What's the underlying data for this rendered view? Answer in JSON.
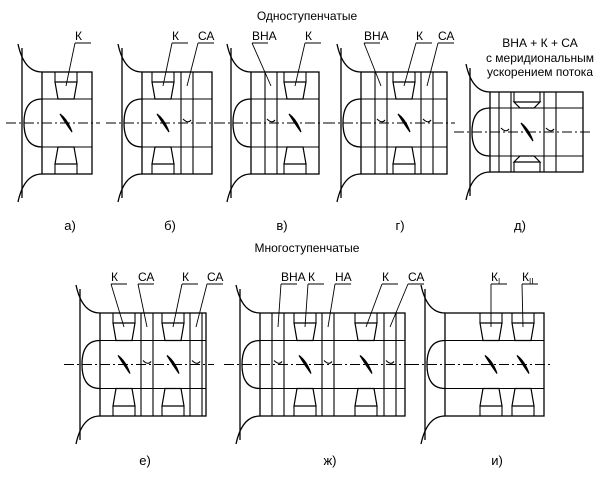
{
  "headings": {
    "single_stage": "Одноступенчатые",
    "multi_stage": "Многоступенчатые"
  },
  "note_d": {
    "line1": "ВНА + К + СА",
    "line2": "с меридиональным",
    "line3": "ускорением потока"
  },
  "schemes": [
    {
      "caption": "а)",
      "labels": [
        "К"
      ]
    },
    {
      "caption": "б)",
      "labels": [
        "К",
        "СА"
      ]
    },
    {
      "caption": "в)",
      "labels": [
        "ВНА",
        "К"
      ]
    },
    {
      "caption": "г)",
      "labels": [
        "ВНА",
        "К",
        "СА"
      ]
    },
    {
      "caption": "д)",
      "labels": []
    },
    {
      "caption": "е)",
      "labels": [
        "К",
        "СА",
        "К",
        "СА"
      ]
    },
    {
      "caption": "ж)",
      "labels": [
        "ВНА",
        "К",
        "НА",
        "К",
        "СА"
      ]
    },
    {
      "caption": "и)",
      "labels": [
        "К",
        "К"
      ],
      "subscripts": [
        "I",
        "II"
      ]
    }
  ],
  "colors": {
    "ink": "#000000",
    "background": "#ffffff"
  }
}
